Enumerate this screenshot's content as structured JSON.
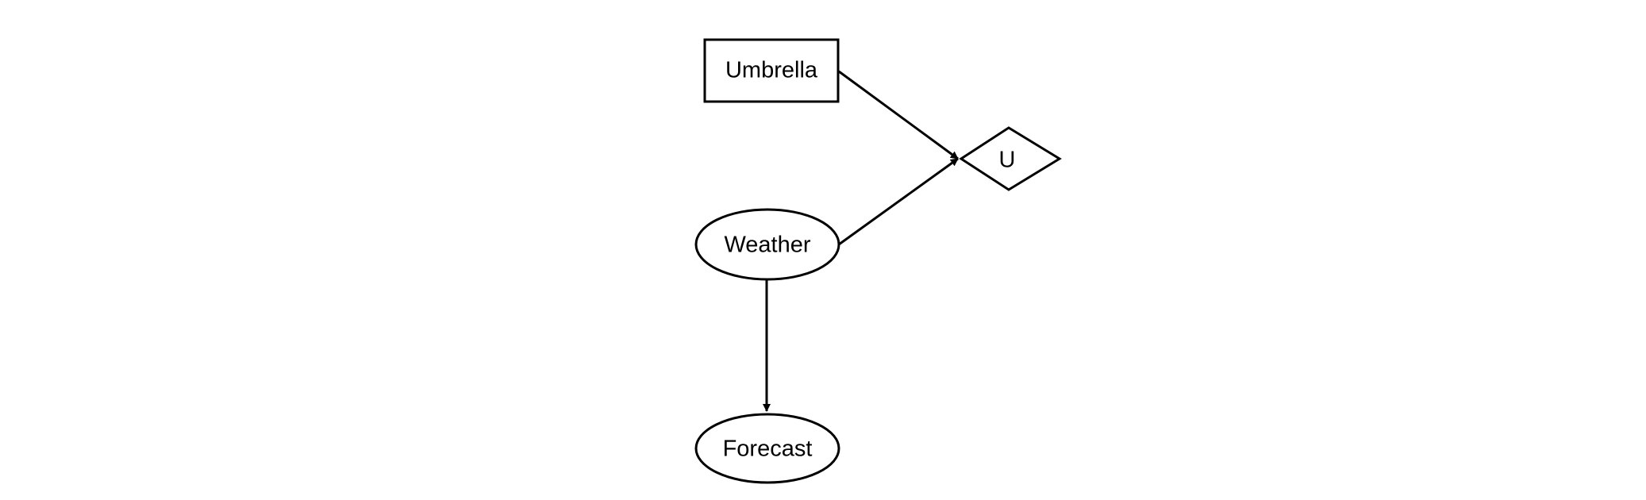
{
  "diagram": {
    "nodes": {
      "umbrella": {
        "label": "Umbrella",
        "shape": "rectangle",
        "kind": "decision"
      },
      "utility": {
        "label": "U",
        "shape": "diamond",
        "kind": "utility"
      },
      "weather": {
        "label": "Weather",
        "shape": "ellipse",
        "kind": "chance"
      },
      "forecast": {
        "label": "Forecast",
        "shape": "ellipse",
        "kind": "chance"
      }
    },
    "edges": [
      {
        "from": "Umbrella",
        "to": "U"
      },
      {
        "from": "Weather",
        "to": "U"
      },
      {
        "from": "Weather",
        "to": "Forecast"
      }
    ],
    "colors": {
      "stroke": "#000000",
      "background": "#ffffff"
    }
  }
}
